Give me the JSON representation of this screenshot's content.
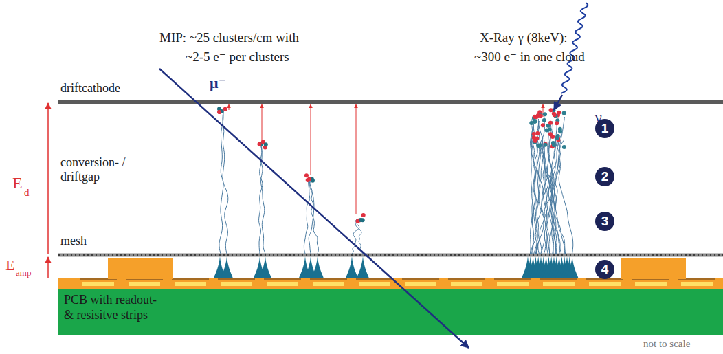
{
  "diagram": {
    "nodes": [
      {
        "text": [
          "PCB with readout- & resisitve strips"
        ]
      },
      {
        "text": [
          "1"
        ]
      },
      {
        "text": [
          "2"
        ]
      },
      {
        "text": [
          "3"
        ]
      },
      {
        "text": [
          "4"
        ]
      }
    ],
    "labels": [
      "MIP: ~25 clusters/cm with",
      "~2-5 e⁻ per clusters",
      "X-Ray γ (8keV):",
      "~300 e⁻ in one cloud",
      "μ⁻",
      "γ",
      "driftcathode",
      "conversion- / driftgap",
      "E",
      "d",
      "mesh",
      "E",
      "amp",
      "not to scale"
    ]
  }
}
